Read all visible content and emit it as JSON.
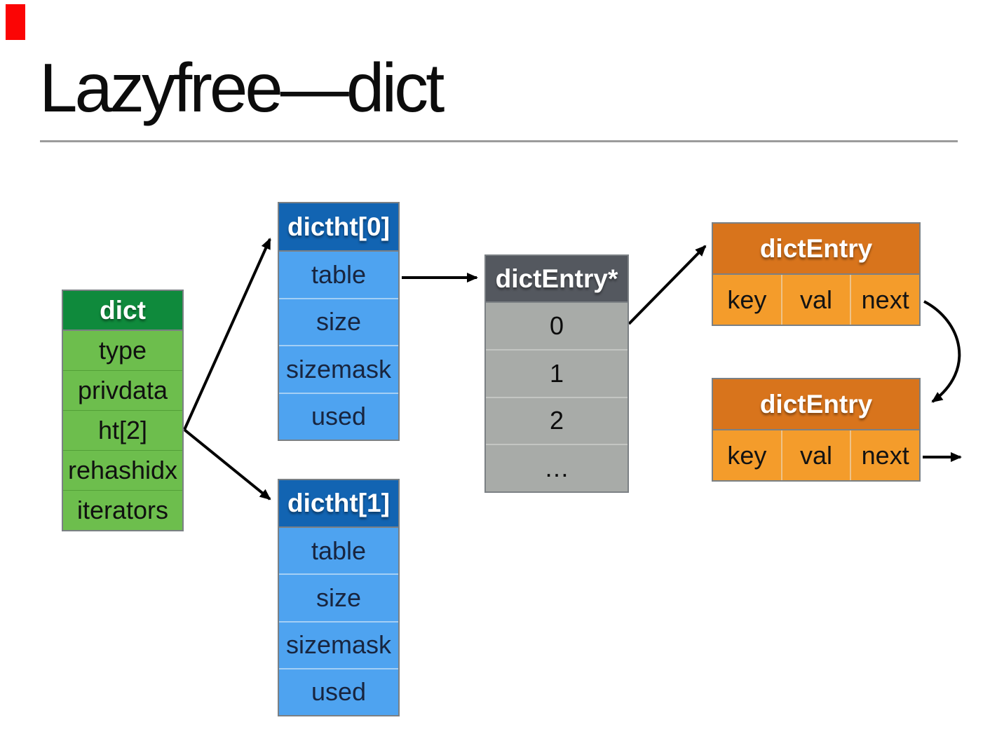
{
  "slide": {
    "title": "Lazyfree—dict"
  },
  "palette": {
    "corner_marker": "#fb0505",
    "title_rule": "#9b9b9b",
    "green_header": "#0f8a3c",
    "green_row": "#6dbe4d",
    "blue_header": "#1264b2",
    "blue_row": "#4ea3f0",
    "gray_header": "#54585f",
    "gray_row": "#a8aba8",
    "orange_header": "#d8741c",
    "orange_row": "#f49c2b",
    "arrow": "#000000"
  },
  "diagram": {
    "dict": {
      "title": "dict",
      "fields": [
        "type",
        "privdata",
        "ht[2]",
        "rehashidx",
        "iterators"
      ]
    },
    "dictht0": {
      "title": "dictht[0]",
      "fields": [
        "table",
        "size",
        "sizemask",
        "used"
      ]
    },
    "dictht1": {
      "title": "dictht[1]",
      "fields": [
        "table",
        "size",
        "sizemask",
        "used"
      ]
    },
    "bucket_array": {
      "title": "dictEntry*",
      "slots": [
        "0",
        "1",
        "2",
        "…"
      ]
    },
    "entry1": {
      "title": "dictEntry",
      "cells": [
        "key",
        "val",
        "next"
      ]
    },
    "entry2": {
      "title": "dictEntry",
      "cells": [
        "key",
        "val",
        "next"
      ]
    }
  }
}
